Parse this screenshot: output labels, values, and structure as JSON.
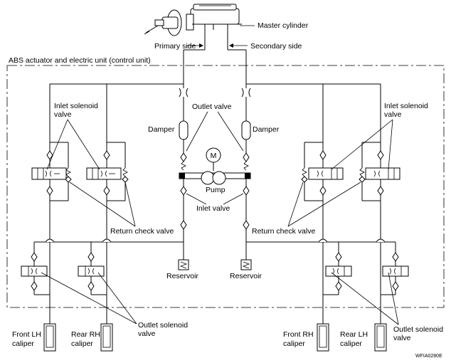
{
  "labels": {
    "master_cylinder": "Master cylinder",
    "primary_side": "Primary side",
    "secondary_side": "Secondary side",
    "control_unit": "ABS actuator and electric unit (control unit)",
    "inlet_solenoid_left_1": "Inlet solenoid",
    "inlet_solenoid_left_2": "valve",
    "inlet_solenoid_right_1": "Inlet solenoid",
    "inlet_solenoid_right_2": "valve",
    "outlet_valve": "Outlet valve",
    "damper_left": "Damper",
    "damper_right": "Damper",
    "pump": "Pump",
    "motor": "M",
    "inlet_valve": "Inlet valve",
    "return_check_left": "Return check valve",
    "return_check_right": "Return check valve",
    "reservoir_left": "Reservoir",
    "reservoir_right": "Reservoir",
    "outlet_solenoid_left_1": "Outlet solenoid",
    "outlet_solenoid_left_2": "valve",
    "outlet_solenoid_right_1": "Outlet solenoid",
    "outlet_solenoid_right_2": "valve",
    "front_lh_1": "Front LH",
    "front_lh_2": "caliper",
    "rear_rh_1": "Rear RH",
    "rear_rh_2": "caliper",
    "front_rh_1": "Front RH",
    "front_rh_2": "caliper",
    "rear_lh_1": "Rear LH",
    "rear_lh_2": "caliper",
    "figure_code": "WFIA0280E"
  }
}
